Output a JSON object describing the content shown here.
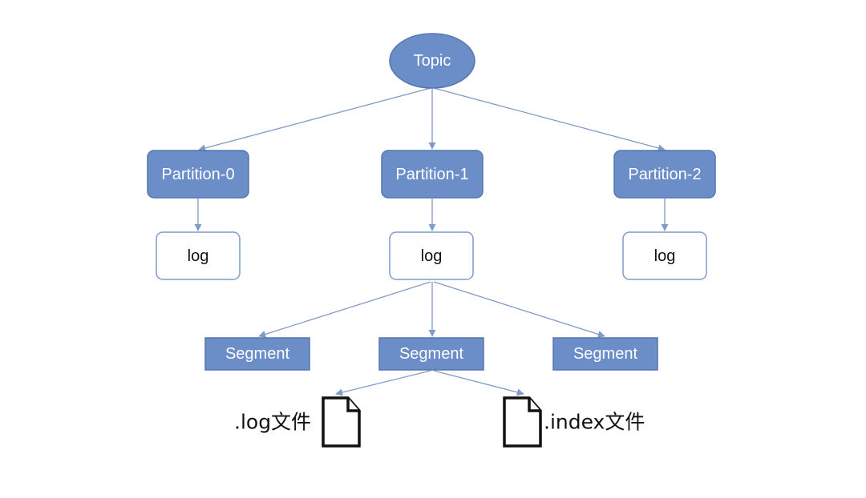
{
  "nodes": {
    "topic": "Topic",
    "partitions": [
      "Partition-0",
      "Partition-1",
      "Partition-2"
    ],
    "logs": [
      "log",
      "log",
      "log"
    ],
    "segments": [
      "Segment",
      "Segment",
      "Segment"
    ],
    "files": {
      "log_file": ".log文件",
      "index_file": ".index文件"
    }
  },
  "icons": {
    "file": "document-icon"
  },
  "colors": {
    "node_fill": "#6b8ec9",
    "node_stroke": "#5576ad",
    "edge": "#7f9bc9",
    "log_border": "#7f9bc9",
    "text_dark": "#111111",
    "text_light": "#ffffff"
  }
}
